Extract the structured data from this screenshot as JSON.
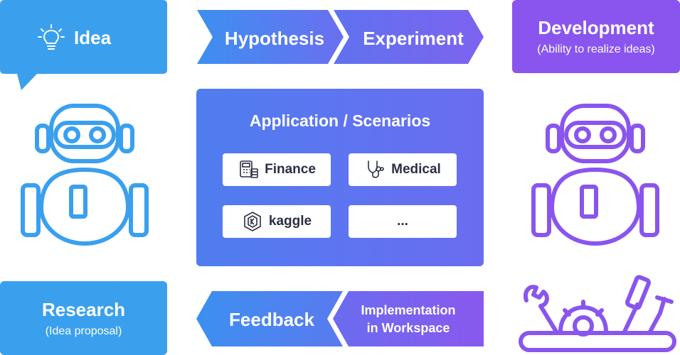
{
  "idea": {
    "label": "Idea",
    "icon": "lightbulb-icon"
  },
  "research": {
    "title": "Research",
    "subtitle": "(Idea proposal)"
  },
  "development": {
    "title": "Development",
    "subtitle": "(Ability to realize ideas)"
  },
  "flow_top": [
    {
      "label": "Hypothesis"
    },
    {
      "label": "Experiment"
    }
  ],
  "flow_bottom": [
    {
      "label": "Feedback"
    },
    {
      "label_line1": "Implementation",
      "label_line2": "in Workspace"
    }
  ],
  "application": {
    "title": "Application / Scenarios",
    "items": [
      {
        "label": "Finance",
        "icon": "calculator-icon"
      },
      {
        "label": "Medical",
        "icon": "stethoscope-icon"
      },
      {
        "label": "kaggle",
        "icon": "kaggle-icon"
      },
      {
        "label": "..."
      }
    ]
  },
  "colors": {
    "blue": "#3aa0ee",
    "purple": "#8a55ee",
    "panel_start": "#4f7df0",
    "panel_end": "#6b6cf0"
  }
}
